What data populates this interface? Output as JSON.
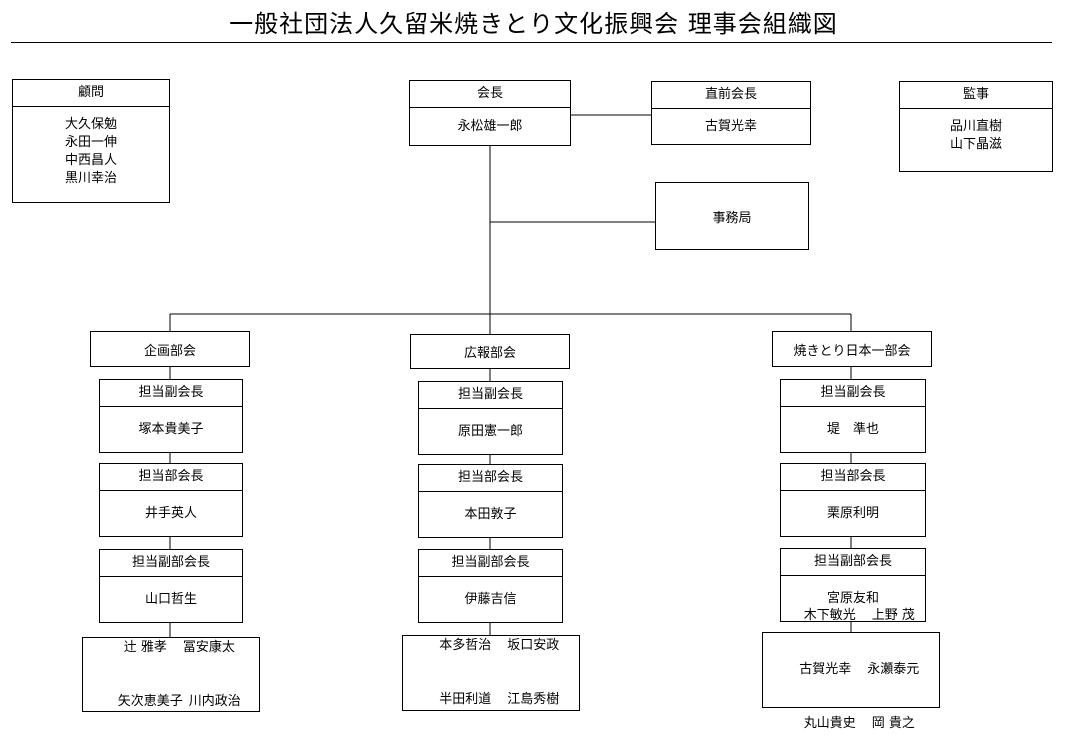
{
  "title": "一般社団法人久留米焼きとり文化振興会  理事会組織図",
  "top": {
    "advisors": {
      "label": "顧問",
      "names": [
        "大久保勉",
        "永田一伸",
        "中西昌人",
        "黒川幸治"
      ]
    },
    "president": {
      "label": "会長",
      "name": "永松雄一郎"
    },
    "former_president": {
      "label": "直前会長",
      "name": "古賀光幸"
    },
    "auditors": {
      "label": "監事",
      "names": [
        "品川直樹",
        "山下晶滋"
      ]
    },
    "secretariat": {
      "label": "事務局"
    }
  },
  "departments": [
    {
      "name": "企画部会",
      "roles": [
        {
          "title": "担当副会長",
          "name": "塚本貴美子"
        },
        {
          "title": "担当部会長",
          "name": "井手英人"
        },
        {
          "title": "担当副部会長",
          "name": "山口哲生"
        }
      ],
      "members": [
        [
          "辻 雅孝",
          "冨安康太"
        ],
        [
          "矢次恵美子",
          "川内政治"
        ]
      ]
    },
    {
      "name": "広報部会",
      "roles": [
        {
          "title": "担当副会長",
          "name": "原田憲一郎"
        },
        {
          "title": "担当部会長",
          "name": "本田敦子"
        },
        {
          "title": "担当副部会長",
          "name": "伊藤吉信"
        }
      ],
      "members": [
        [
          "本多哲治",
          "坂口安政"
        ],
        [
          "半田利道",
          "江島秀樹"
        ]
      ]
    },
    {
      "name": "焼きとり日本一部会",
      "roles": [
        {
          "title": "担当副会長",
          "name": "堤　準也"
        },
        {
          "title": "担当部会長",
          "name": "栗原利明"
        },
        {
          "title": "担当副部会長",
          "name": "宮原友和"
        }
      ],
      "members": [
        [
          "木下敏光",
          "上野 茂"
        ],
        [
          "古賀光幸",
          "永瀬泰元"
        ],
        [
          "丸山貴史",
          "岡 貴之"
        ]
      ]
    }
  ]
}
